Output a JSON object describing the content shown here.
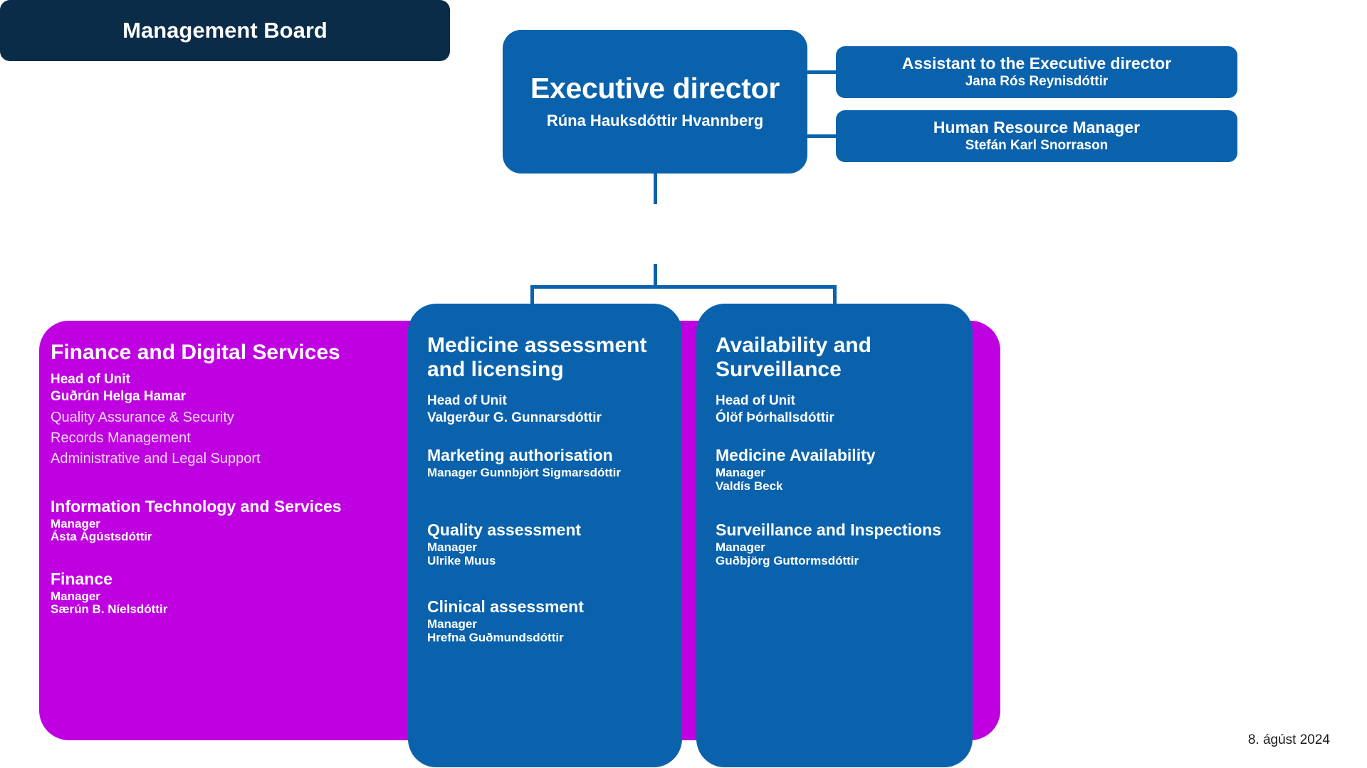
{
  "org": {
    "executive": {
      "title": "Executive director",
      "name": "Rúna Hauksdóttir Hvannberg"
    },
    "assistant": {
      "title": "Assistant to the Executive director",
      "name": "Jana Rós Reynisdóttir"
    },
    "hr_manager": {
      "title": "Human Resource Manager",
      "name": "Stefán Karl Snorrason"
    },
    "management_board": {
      "title": "Management Board"
    },
    "units": {
      "finance": {
        "title": "Finance and Digital Services",
        "head_label": "Head of Unit",
        "head_name": "Guðrún Helga Hamar",
        "services": [
          "Quality Assurance & Security",
          "Records Management",
          "Administrative and Legal Support"
        ],
        "sections": [
          {
            "title": "Information Technology and Services",
            "role": "Manager",
            "name": "Ásta Ágústsdóttir"
          },
          {
            "title": "Finance",
            "role": "Manager",
            "name": "Særún B. Níelsdóttir"
          }
        ]
      },
      "medicine": {
        "title": "Medicine assessment and licensing",
        "head_label": "Head of Unit",
        "head_name": "Valgerður G. Gunnarsdóttir",
        "sections": [
          {
            "title": "Marketing authorisation",
            "role": "Manager Gunnbjört Sigmarsdóttir",
            "name": ""
          },
          {
            "title": "Quality assessment",
            "role": "Manager",
            "name": "Ulrike Muus"
          },
          {
            "title": "Clinical assessment",
            "role": "Manager",
            "name": "Hrefna Guðmundsdóttir"
          }
        ]
      },
      "availability": {
        "title": "Availability and Surveillance",
        "head_label": "Head of Unit",
        "head_name": "Ólöf Þórhallsdóttir",
        "sections": [
          {
            "title": "Medicine Availability",
            "role": "Manager",
            "name": "Valdís Beck"
          },
          {
            "title": "Surveillance and Inspections",
            "role": "Manager",
            "name": "Guðbjörg Guttormsdóttir"
          }
        ]
      }
    }
  },
  "footer": {
    "date": "8. ágúst 2024"
  },
  "colors": {
    "blue": "#0a62ac",
    "navy": "#0a2c49",
    "magenta": "#bf00e0",
    "white": "#ffffff"
  }
}
